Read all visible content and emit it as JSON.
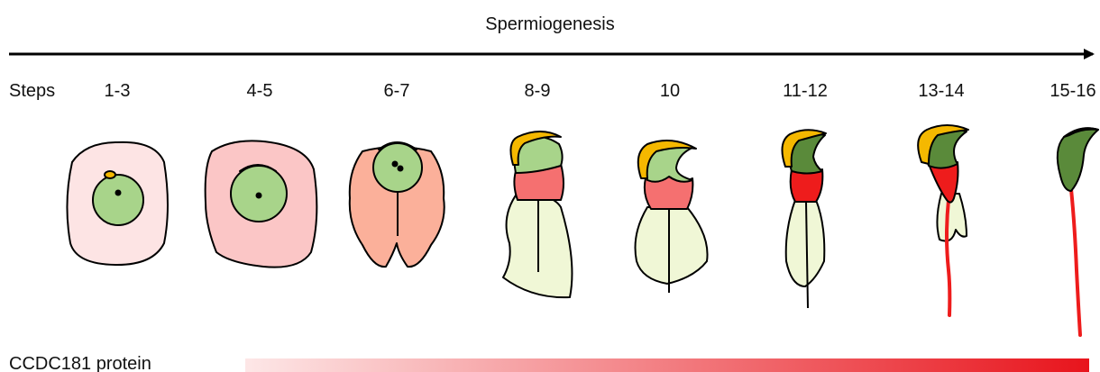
{
  "title": "Spermiogenesis",
  "steps_label": "Steps",
  "steps": [
    "1-3",
    "4-5",
    "6-7",
    "8-9",
    "10",
    "11-12",
    "13-14",
    "15-16"
  ],
  "protein_label": "CCDC181 protein",
  "colors": {
    "acrosome": "#f5b800",
    "nucleus_light": "#a8d48a",
    "nucleus_dark": "#5a8a3a",
    "cytoplasm_pale": "#fde4e4",
    "cytoplasm_pink": "#fbc6c6",
    "cytoplasm_salmon": "#fbb09a",
    "cytoplasm_cream": "#f0f7d6",
    "manchette_pink": "#f57070",
    "manchette_red": "#ee1c1c",
    "gradient_start": "#fde7e7",
    "gradient_end": "#e8141c"
  }
}
